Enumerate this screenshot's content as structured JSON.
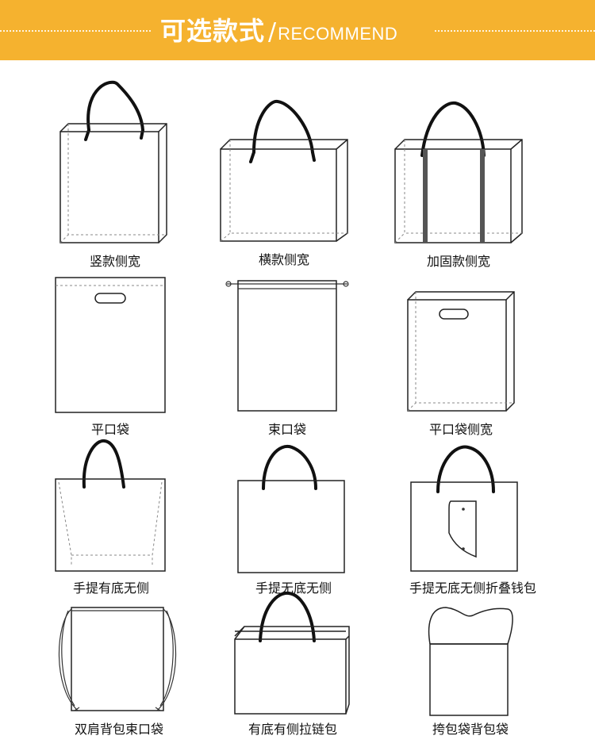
{
  "banner": {
    "title_cn": "可选款式",
    "separator": "/",
    "title_en": "RECOMMEND",
    "color": "#f5b22f"
  },
  "styles": [
    {
      "label": "竖款侧宽"
    },
    {
      "label": "横款侧宽"
    },
    {
      "label": "加固款侧宽"
    },
    {
      "label": "平口袋"
    },
    {
      "label": "束口袋"
    },
    {
      "label": "平口袋侧宽"
    },
    {
      "label": "手提有底无侧"
    },
    {
      "label": "手提无底无侧"
    },
    {
      "label": "手提无底无侧折叠钱包"
    },
    {
      "label": "双肩背包束口袋"
    },
    {
      "label": "有底有侧拉链包"
    },
    {
      "label": "挎包袋背包袋"
    }
  ]
}
